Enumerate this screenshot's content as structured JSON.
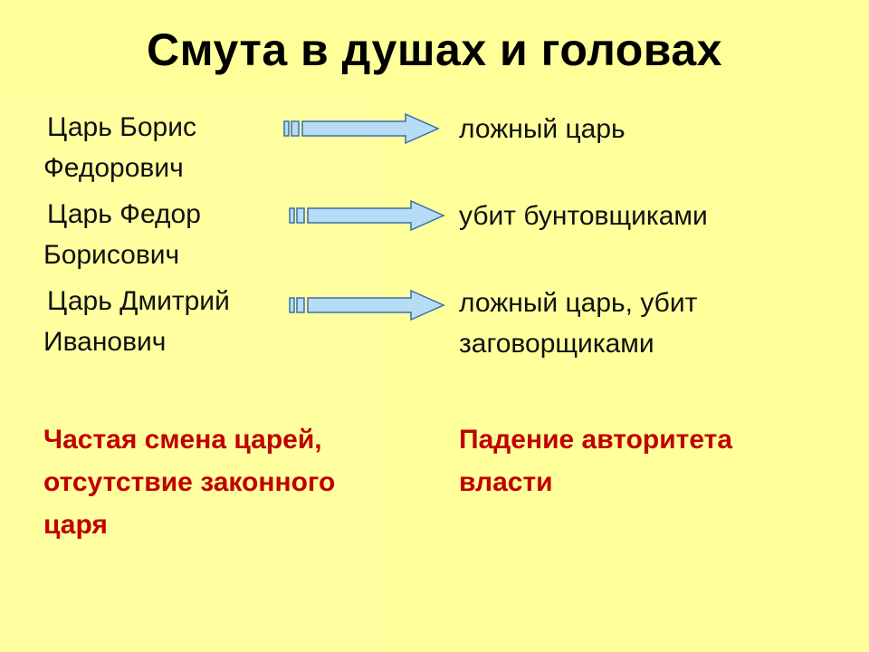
{
  "title": "Смута в душах и головах",
  "rows": [
    {
      "tsar": "Царь Борис Федорович",
      "fate": "ложный царь"
    },
    {
      "tsar": "Царь Федор Борисович",
      "fate": "убит бунтовщиками"
    },
    {
      "tsar": "Царь Дмитрий Иванович",
      "fate": "ложный царь, убит заговорщиками"
    }
  ],
  "conclusion": {
    "cause": "Частая смена царей, отсутствие законного царя",
    "effect": "Падение авторитета власти"
  },
  "colors": {
    "background": "#ffff99",
    "arrow_fill": "#b7dcf5",
    "arrow_stroke": "#3a6ea8",
    "conclusion_text": "#c00000"
  },
  "icons": {
    "arrow": "striped-right-arrow-icon"
  }
}
